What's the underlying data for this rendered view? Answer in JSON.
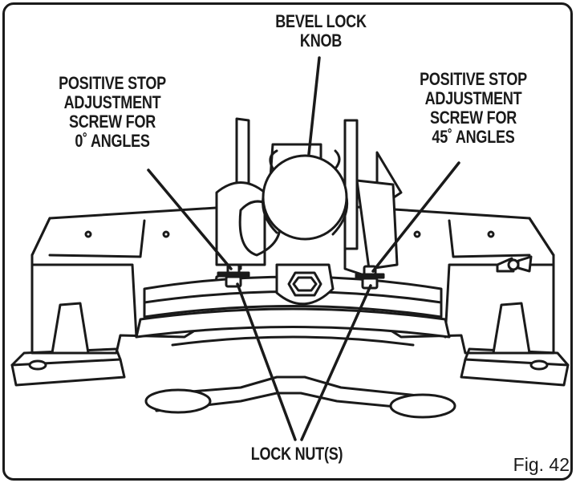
{
  "figure": {
    "number_label": "Fig. 42"
  },
  "callouts": {
    "bevel_lock_knob": [
      "BEVEL LOCK",
      "KNOB"
    ],
    "positive_stop_0": [
      "POSITIVE STOP",
      "ADJUSTMENT",
      "SCREW FOR",
      "0˚ ANGLES"
    ],
    "positive_stop_45": [
      "POSITIVE STOP",
      "ADJUSTMENT",
      "SCREW FOR",
      "45˚ ANGLES"
    ],
    "lock_nuts": [
      "LOCK NUT(S)"
    ]
  },
  "colors": {
    "ink": "#1a1a1a",
    "paper": "#ffffff"
  }
}
